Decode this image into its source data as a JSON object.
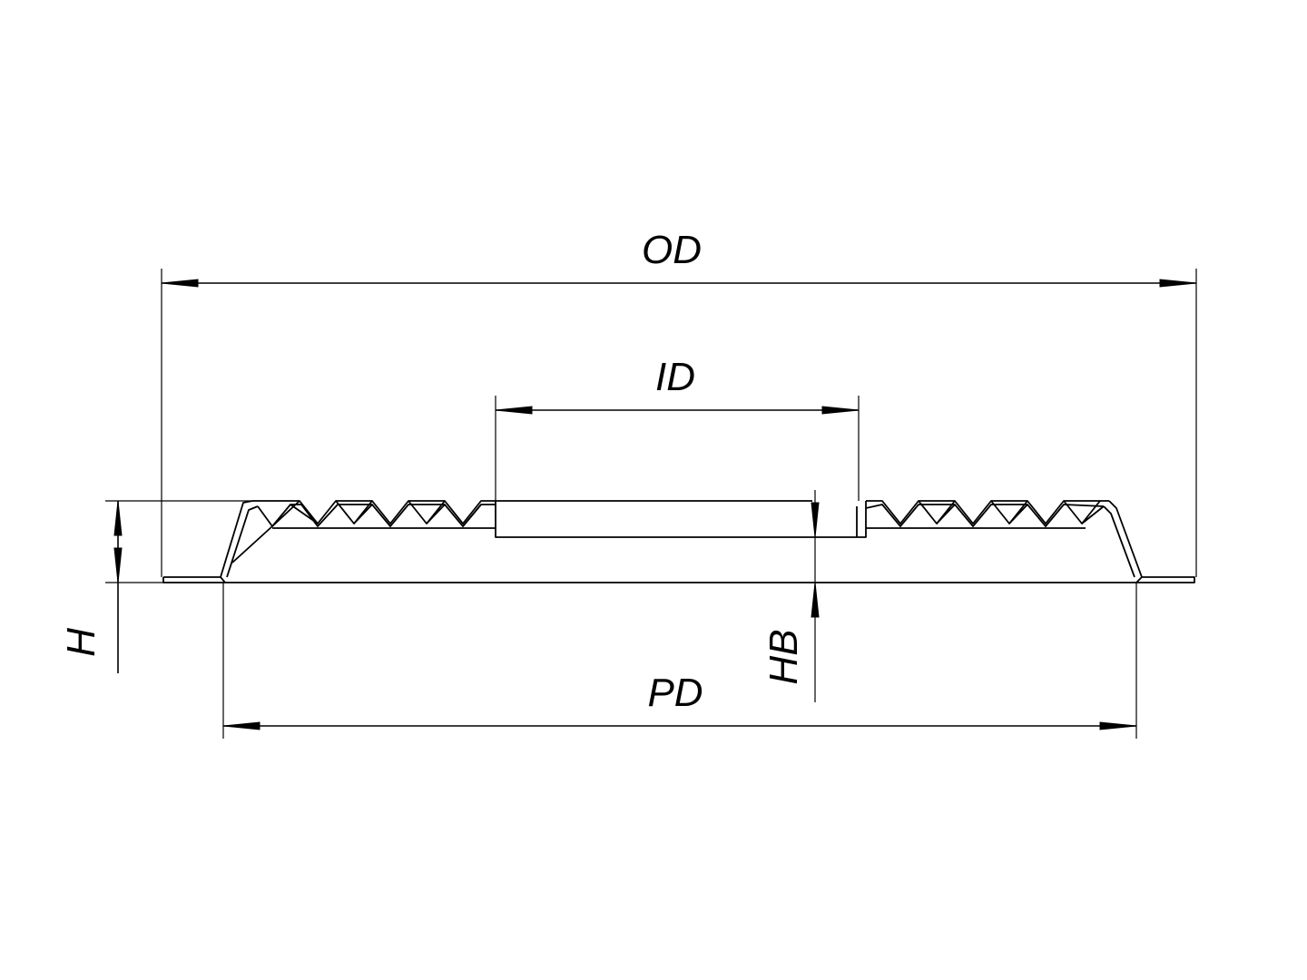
{
  "dimensions": {
    "outer_diameter": "OD",
    "inner_diameter": "ID",
    "pitch_diameter": "PD",
    "height": "H",
    "hub_height": "HB"
  },
  "colors": {
    "line": "#000000",
    "background": "#ffffff"
  }
}
